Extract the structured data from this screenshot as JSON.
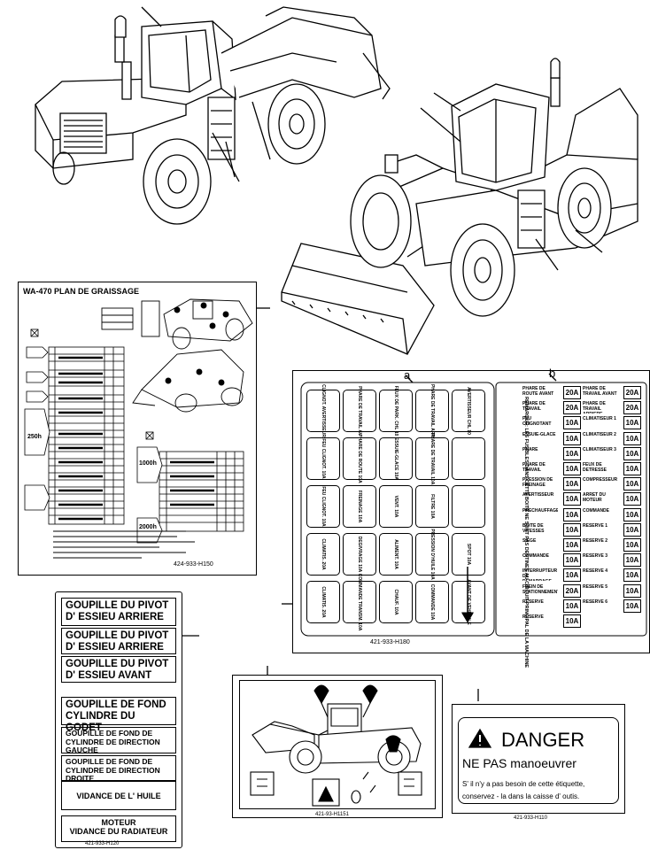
{
  "callouts": {
    "a": "a",
    "b": "b"
  },
  "grease_chart": {
    "title": "WA-470 PLAN DE GRAISSAGE",
    "part_no": "424-933-H150",
    "row_labels_left": [
      "",
      "",
      "",
      "",
      "250h"
    ],
    "row_labels_right": [
      "1000h",
      "2000h"
    ]
  },
  "fuse_panel": {
    "grid_labels": [
      [
        "CLIGNOT. AVERTISSEUR",
        "PHARE DE TRAVAIL AV",
        "FEUX DE PARK. CHL 10",
        "PHARE DE TRAVAIL ARR",
        "AVERTISSEUR CHL 10"
      ],
      [
        "FEU CLIGNOT. 10A",
        "PHARE DE ROUTE 10A",
        "ESSUIE-GLACE 10A",
        "PHARE DE TRAVAIL 10A",
        ""
      ],
      [
        "FEU CLIGNOT. 10A",
        "FREINAGE 10A",
        "VENT. 10A",
        "FILTRE 10A",
        ""
      ],
      [
        "CLIMATIS. 20A",
        "DEGIVRAGE 10A",
        "ALIMENT. 10A",
        "PRESSION D'HUILE 10A",
        "SPOT 10A"
      ],
      [
        "CLIMATIS. 20A",
        "COMMANDE TRANSM. 10A",
        "CHAUF. 10A",
        "COMMANDE 10A",
        "AVANT DE VEHICULE"
      ]
    ],
    "part_no": "421-933-H180",
    "side_text": "REMARQUE: LES FUSIBLES DANS CETTE BOITE NE SONT PAS DESTINES AU CIRCUIT PRINCIPAL DE LA MACHINE",
    "amps_left": [
      "20A",
      "20A",
      "10A",
      "10A",
      "10A",
      "10A",
      "10A",
      "10A",
      "10A",
      "10A",
      "10A",
      "10A",
      "10A",
      "20A",
      "10A",
      "10A"
    ],
    "amps_right": [
      "20A",
      "20A",
      "10A",
      "10A",
      "10A",
      "10A",
      "10A",
      "10A",
      "10A",
      "10A",
      "10A",
      "10A",
      "10A",
      "10A",
      "10A"
    ],
    "right_labels": [
      "PHARE DE TRAVAIL AVANT",
      "PHARE DE TRAVAIL ARRIERE",
      "CLIMATISEUR 1",
      "CLIMATISEUR 2",
      "CLIMATISEUR 3",
      "FEUX DE DETRESSE",
      "COMPRESSEUR",
      "ARRET DU MOTEUR",
      "COMMANDE",
      "RESERVE 1",
      "RESERVE 2",
      "RESERVE 3",
      "RESERVE 4",
      "RESERVE 5",
      "RESERVE 6"
    ],
    "left_labels": [
      "PHARE DE ROUTE AVANT",
      "PHARE DE TRAVAIL",
      "FEU CLIGNOTANT",
      "ESSUIE-GLACE",
      "PHARE",
      "PHARE DE TRAVAIL",
      "PRESSION DE FREINAGE",
      "AVERTISSEUR",
      "PRECHAUFFAGE",
      "BOITE DE VITESSES",
      "SIEGE",
      "COMMANDE",
      "INTERRUPTEUR DE DEMARRAGE",
      "FREIN DE STATIONNEMENT",
      "RESERVE",
      "RESERVE"
    ]
  },
  "pivot_labels": {
    "items": [
      [
        "GOUPILLE  DU PIVOT",
        "D' ESSIEU  ARRIERE"
      ],
      [
        "GOUPILLE  DU PIVOT",
        "D' ESSIEU  ARRIERE"
      ],
      [
        "GOUPILLE  DU PIVOT",
        "D' ESSIEU  AVANT"
      ],
      [
        "GOUPILLE  DE FOND",
        "CYLINDRE DU GODET"
      ],
      [
        "GOUPILLE  DE FOND DE",
        "CYLINDRE DE DIRECTION",
        "GAUCHE"
      ],
      [
        "GOUPILLE  DE FOND DE",
        "CYLINDRE DE DIRECTION",
        "DROITE"
      ]
    ],
    "vidange_moteur": "VIDANCE DE L' HUILE MOTEUR",
    "vidange_radiateur": "VIDANCE DU RADIATEUR",
    "part_no": "421-933-H120"
  },
  "loader_decal": {
    "part_no": "421-93-H1151"
  },
  "danger": {
    "title": "DANGER",
    "subtitle": "NE PAS manoeuvrer",
    "body1": "S' il n'y a pas besoin de cette étiquette,",
    "body2": "conservez - la dans la caisse d' outis.",
    "part_no": "421-933-H110"
  }
}
